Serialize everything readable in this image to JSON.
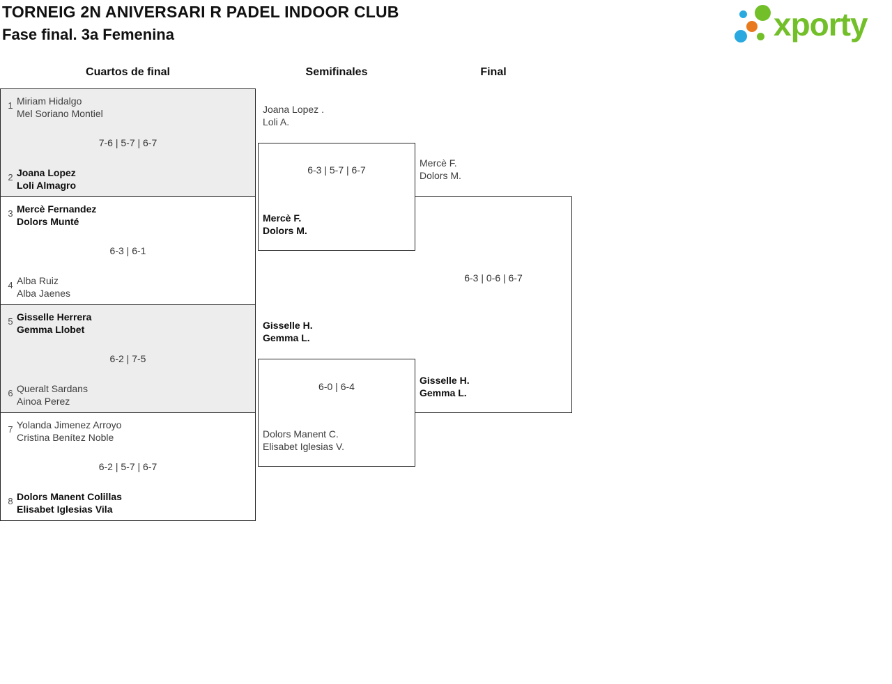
{
  "header": {
    "title": "TORNEIG 2N ANIVERSARI R PADEL INDOOR CLUB",
    "subtitle": "Fase final. 3a Femenina"
  },
  "logo": {
    "brand": "xporty",
    "green": "#72bf2a",
    "blue": "#29a9e0",
    "orange": "#e87a1d"
  },
  "rounds": {
    "quarterfinals": "Cuartos de final",
    "semifinals": "Semifinales",
    "final": "Final"
  },
  "quarterfinals": [
    {
      "seed1": "1",
      "team1": [
        "Miriam Hidalgo",
        "Mel Soriano Montiel"
      ],
      "score": "7-6 | 5-7 | 6-7",
      "seed2": "2",
      "team2": [
        "Joana Lopez",
        "Loli Almagro"
      ],
      "winner": "team2"
    },
    {
      "seed1": "3",
      "team1": [
        "Mercè Fernandez",
        "Dolors Munté"
      ],
      "score": "6-3 | 6-1",
      "seed2": "4",
      "team2": [
        "Alba Ruiz",
        "Alba Jaenes"
      ],
      "winner": "team1"
    },
    {
      "seed1": "5",
      "team1": [
        "Gisselle Herrera",
        "Gemma Llobet"
      ],
      "score": "6-2 | 7-5",
      "seed2": "6",
      "team2": [
        "Queralt Sardans",
        "Ainoa Perez"
      ],
      "winner": "team1"
    },
    {
      "seed1": "7",
      "team1": [
        "Yolanda Jimenez Arroyo",
        "Cristina Benítez Noble"
      ],
      "score": "6-2 | 5-7 | 6-7",
      "seed2": "8",
      "team2": [
        "Dolors Manent Colillas",
        "Elisabet Iglesias Vila"
      ],
      "winner": "team2"
    }
  ],
  "semifinals": [
    {
      "team1": [
        "Joana Lopez .",
        "Loli A."
      ],
      "score": "6-3 | 5-7 | 6-7",
      "team2": [
        "Mercè F.",
        "Dolors M."
      ],
      "winner": "team2"
    },
    {
      "team1": [
        "Gisselle H.",
        "Gemma L."
      ],
      "score": "6-0 | 6-4",
      "team2": [
        "Dolors Manent C.",
        "Elisabet Iglesias V."
      ],
      "winner": "team1"
    }
  ],
  "final": {
    "team1": [
      "Mercè F.",
      "Dolors M."
    ],
    "score": "6-3 | 0-6 | 6-7",
    "team2": [
      "Gisselle H.",
      "Gemma L."
    ],
    "winner": "team2"
  },
  "colors": {
    "match_border": "#262626",
    "shaded_block_bg": "#ededed",
    "winner_text": "#0d0d0d",
    "regular_text": "#3d3d3d"
  }
}
